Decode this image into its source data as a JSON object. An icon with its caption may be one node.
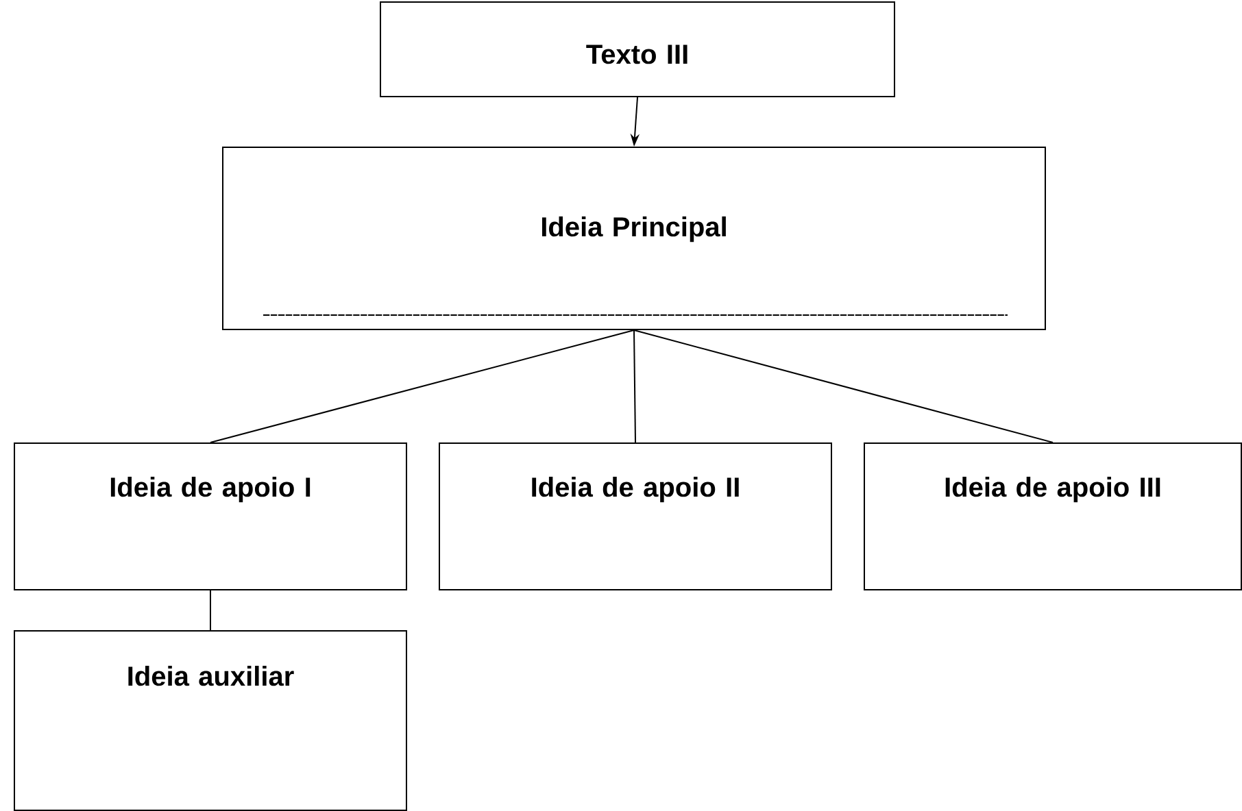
{
  "diagram": {
    "nodes": [
      {
        "text": [
          "Texto III"
        ]
      },
      {
        "text": [
          "Ideia Principal"
        ]
      },
      {
        "text": [
          "Ideia de apoio I"
        ]
      },
      {
        "text": [
          "Ideia de apoio II"
        ]
      },
      {
        "text": [
          "Ideia de apoio III"
        ]
      },
      {
        "text": [
          "Ideia auxiliar"
        ]
      }
    ],
    "edges": [
      {
        "from": 0,
        "to": 1,
        "arrow": "to"
      },
      {
        "from": 1,
        "to": 2,
        "arrow": "none"
      },
      {
        "from": 1,
        "to": 3,
        "arrow": "none"
      },
      {
        "from": 1,
        "to": 4,
        "arrow": "none"
      },
      {
        "from": 2,
        "to": 5,
        "arrow": "none"
      }
    ]
  }
}
